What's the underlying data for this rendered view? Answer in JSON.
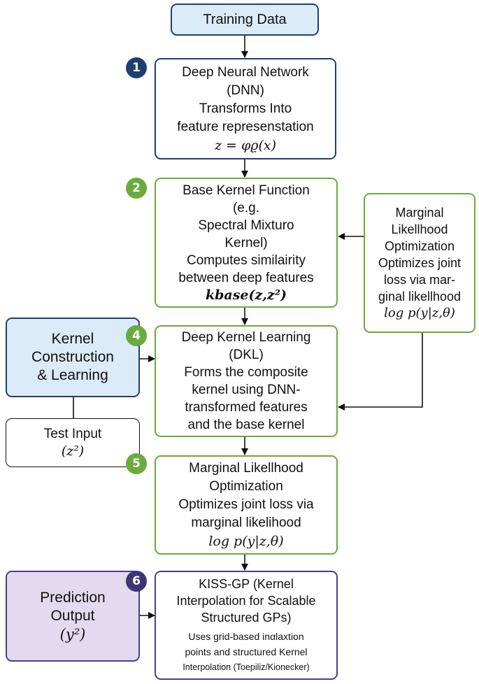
{
  "training_data": {
    "label": "Training Data"
  },
  "dnn": {
    "lines": [
      "Deep Neural Network",
      "(DNN)",
      "Transforms Into",
      "feature represenstation"
    ],
    "formula": "z = φϱ(x)"
  },
  "base_kernel": {
    "lines": [
      "Base Kernel Function",
      "(e.g.",
      "Spectral Mixturo",
      "Kernel)",
      "Computes similairity",
      "between deep features"
    ],
    "formula": "kbase(z,z²)"
  },
  "marginal_side": {
    "lines": [
      "Marginal",
      "Likellhood",
      "Optimization",
      "Optimizes joint",
      "loss via mar-",
      "ginal likellhood"
    ],
    "formula": "log p(y|z,θ)"
  },
  "kernel_construction": {
    "lines": [
      "Kernel",
      "Construction",
      "& Learning"
    ]
  },
  "dkl": {
    "lines": [
      "Deep Kernel Learning",
      "(DKL)",
      "Forms the composite",
      "kernel using DNN-",
      "transformed features",
      "and the base kernel"
    ]
  },
  "test_input": {
    "lines": [
      "Test Input"
    ],
    "formula": "(z²)"
  },
  "marginal_main": {
    "lines": [
      "Marginal Likellhood",
      "Optimization",
      "Optimizes joint loss via",
      "marginal likelihood"
    ],
    "formula": "log p(y|z,θ)"
  },
  "prediction_output": {
    "lines": [
      "Prediction",
      "Output"
    ],
    "formula": "(y²)"
  },
  "kiss_gp": {
    "lines": [
      "KISS-GP (Kernel",
      "Interpolation for Scalable",
      "Structured GPs)"
    ],
    "small_lines": [
      "Uses grid-based inαlaxtion",
      "points and structured Kernel",
      "Interpolation (Toepiliz/Kionecker)"
    ]
  },
  "badges": [
    "1",
    "2",
    "4",
    "5",
    "6"
  ],
  "colors": {
    "navy": "#1f3f73",
    "green": "#6aab3e",
    "purple": "#4b3d8c",
    "light_blue": "#dcebf8",
    "light_purple": "#e3daf0"
  }
}
